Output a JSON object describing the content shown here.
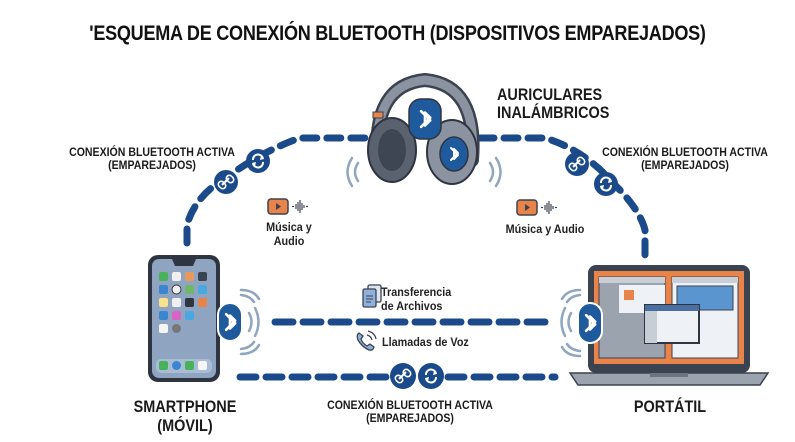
{
  "title": "'ESQUEMA DE CONEXIÓN BLUETOOTH (DISPOSITIVOS EMPAREJADOS)",
  "devices": {
    "headphones": {
      "label_line1": "AURICULARES",
      "label_line2": "INALÁMBRICOS",
      "icon": "headphones-icon"
    },
    "smartphone": {
      "label_line1": "SMARTPHONE",
      "label_line2": "(MÓVIL)",
      "icon": "smartphone-icon"
    },
    "laptop": {
      "label": "PORTÁTIL",
      "icon": "laptop-icon"
    }
  },
  "connections": {
    "left": {
      "line1": "CONEXIÓN BLUETOOTH ACTIVA",
      "line2": "(EMPAREJADOS)"
    },
    "right": {
      "line1": "CONEXIÓN BLUETOOTH ACTIVA",
      "line2": "(EMPAREJADOS)"
    },
    "bottom": {
      "line1": "CONEXIÓN BLUETOOTH ACTIVA",
      "line2": "(EMPAREJADOS)"
    }
  },
  "features": {
    "music_left": {
      "line1": "Música y",
      "line2": "Audio",
      "icon": "music-play-icon"
    },
    "music_right": {
      "label": "Música y Audio",
      "icon": "music-play-icon"
    },
    "file_transfer": {
      "line1": "Transferencia",
      "line2": "de Archivos",
      "icon": "file-icon"
    },
    "voice_calls": {
      "label": "Llamadas de Voz",
      "icon": "phone-icon"
    }
  },
  "colors": {
    "link_blue": "#1a4a8a",
    "bt_blue": "#1f5a9c",
    "accent_orange": "#e8834a",
    "device_gray": "#6b7480",
    "wave_gray": "#8fa6bf"
  }
}
